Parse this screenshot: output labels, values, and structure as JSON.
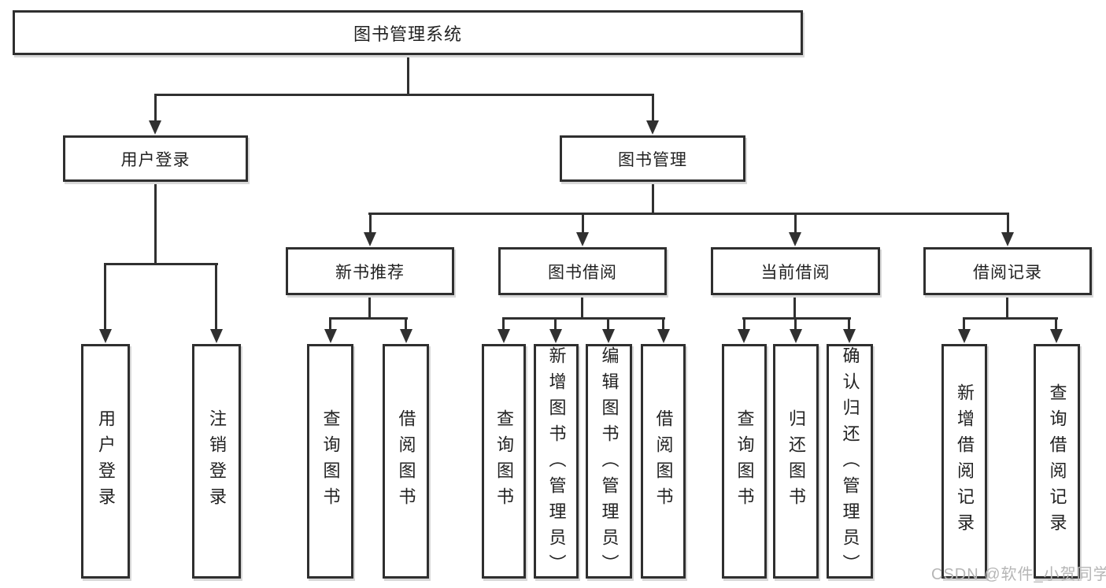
{
  "diagram": {
    "title_node": "图书管理系统",
    "root": {
      "label": "图书管理系统"
    },
    "level2": [
      {
        "label": "用户登录"
      },
      {
        "label": "图书管理"
      }
    ],
    "level3": [
      {
        "label": "新书推荐"
      },
      {
        "label": "图书借阅"
      },
      {
        "label": "当前借阅"
      },
      {
        "label": "借阅记录"
      }
    ],
    "leaves": {
      "login": [
        {
          "label": "用户登录"
        },
        {
          "label": "注销登录"
        }
      ],
      "newbook": [
        {
          "label": "查询图书"
        },
        {
          "label": "借阅图书"
        }
      ],
      "borrow": [
        {
          "label": "查询图书"
        },
        {
          "label": "新增图书（管理员）"
        },
        {
          "label": "编辑图书（管理员）"
        },
        {
          "label": "借阅图书"
        }
      ],
      "current": [
        {
          "label": "查询图书"
        },
        {
          "label": "归还图书"
        },
        {
          "label": "确认归还（管理员）"
        }
      ],
      "records": [
        {
          "label": "新增借阅记录"
        },
        {
          "label": "查询借阅记录"
        }
      ]
    },
    "watermark": "CSDN @软件_小贺同学",
    "colors": {
      "line": "#303030",
      "box_background": "#ffffff",
      "box_shadow": "#d8d8d8",
      "watermark": "#b6b6b6"
    }
  }
}
